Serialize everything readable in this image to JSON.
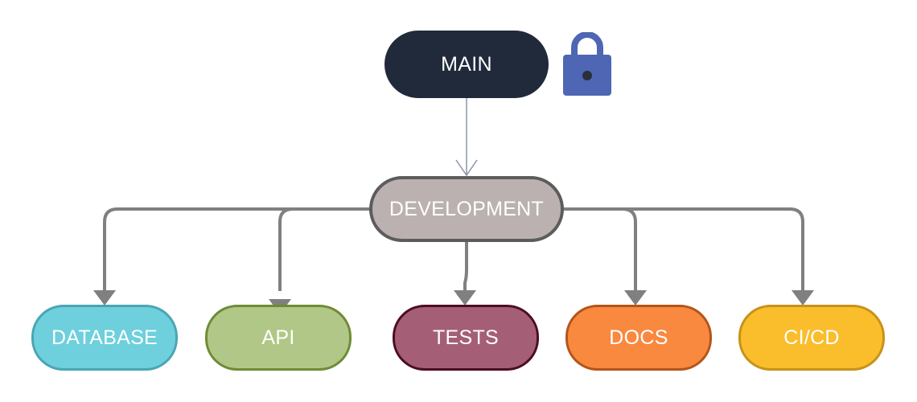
{
  "diagram": {
    "root": {
      "label": "MAIN",
      "color": "#212a3b",
      "icon": "lock-icon",
      "icon_color": "#4e66b3"
    },
    "branch": {
      "label": "DEVELOPMENT",
      "color": "#bbb1b0"
    },
    "leaves": [
      {
        "label": "DATABASE",
        "color": "#6dd0dc"
      },
      {
        "label": "API",
        "color": "#b1c787"
      },
      {
        "label": "TESTS",
        "color": "#a45f76"
      },
      {
        "label": "DOCS",
        "color": "#f8893f"
      },
      {
        "label": "CI/CD",
        "color": "#fabd2c"
      }
    ],
    "edges": [
      {
        "from": "MAIN",
        "to": "DEVELOPMENT"
      },
      {
        "from": "DEVELOPMENT",
        "to": "DATABASE"
      },
      {
        "from": "DEVELOPMENT",
        "to": "API"
      },
      {
        "from": "DEVELOPMENT",
        "to": "TESTS"
      },
      {
        "from": "DEVELOPMENT",
        "to": "DOCS"
      },
      {
        "from": "DEVELOPMENT",
        "to": "CI/CD"
      }
    ]
  }
}
